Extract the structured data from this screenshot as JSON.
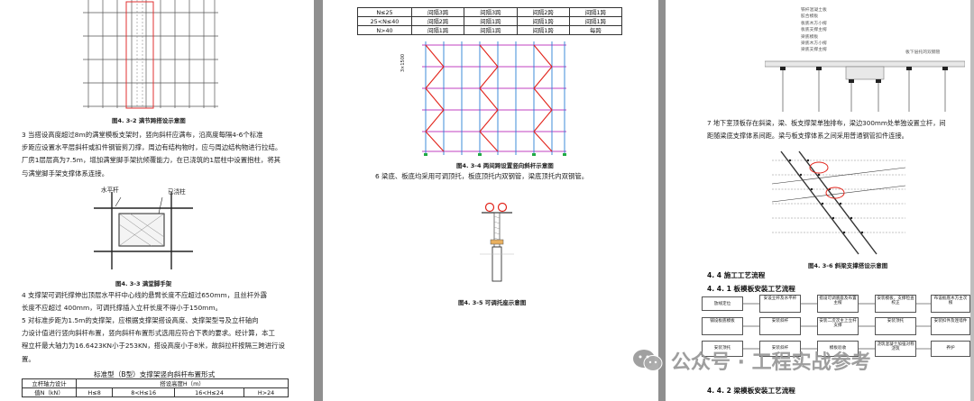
{
  "page1": {
    "fig2_caption": "图4. 3-2 满节跨搭设示意图",
    "para3": [
      "3 当搭设高度超过8m的满堂模板支架时，竖向斜杆应满布，沿高度每隔4-6个标准",
      "步距应设置水平层斜杆或扣件钢管剪刀撑，周边有结构物时，应与周边结构物进行拉结。",
      "厂房1层层高为7.5m，增加满堂脚手架抗倾覆能力，在已浇筑的1层柱中设置抱柱，将其",
      "与满堂脚手架支撑体系连接。"
    ],
    "fig3_labels": {
      "a": "水平杆",
      "b": "已浇柱"
    },
    "fig3_caption": "图4. 3-3 满堂脚手架",
    "para4": [
      "4 支撑架可调托撑伸出顶层水平杆中心线的悬臂长度不应超过650mm，且丝杆外露",
      "长度不应超过 400mm，可调托撑插入立杆长度不得小于150mm。"
    ],
    "para5": [
      "5 对标准步距为1.5m的支撑架，应根据支撑架搭设高度、支撑架型号及立杆轴向",
      "力设计值进行竖向斜杆布置，竖向斜杆布置形式选用应符合下表的要求。经计算，本工",
      "程立杆最大轴力为16.6423KN小于253KN，搭设高度小于8米，故斜拉杆按隔三跨进行设",
      "置。"
    ],
    "table_title": "标准型（B型）支撑架竖向斜杆布置形式",
    "table_head": {
      "c1": "立杆轴力设计",
      "c2": "搭设高度H（m）",
      "c1b": "值N（kN）",
      "h1": "H≤8",
      "h2": "8<H≤16",
      "h3": "16<H≤24",
      "h4": "H>24"
    }
  },
  "page2": {
    "table_rows": [
      [
        "N≤25",
        "间隔3跨",
        "间隔3跨",
        "间隔2跨",
        "间隔1跨"
      ],
      [
        "25<N≤40",
        "间隔2跨",
        "间隔1跨",
        "间隔1跨",
        "间隔1跨"
      ],
      [
        "N>40",
        "间隔1跨",
        "间隔1跨",
        "间隔1跨",
        "每跨"
      ]
    ],
    "fig4_dim": "3×1500",
    "fig4_caption": "图4. 3-4 两间跨设置竖向斜杆示意图",
    "para6": "6 梁底、板底均采用可调顶托，板底顶托内双钢管，梁底顶托内双钢管。",
    "fig5_caption": "图4. 3-5 可调托座示意图"
  },
  "page3": {
    "legend": [
      "铁杆混凝土板",
      "胶合模板",
      "板底木方小楞",
      "板底支撑主楞",
      "梁底模板",
      "梁底木方小楞",
      "梁底支撑主楞"
    ],
    "note": "板下层托的双钢管",
    "para7": [
      "7 地下室顶板存在斜梁，梁、板支撑架单独排布，梁边300mm处单独设置立杆，间",
      "距随梁底支撑体系间距。梁与板支撑体系之间采用普通钢管扣件连接。"
    ],
    "fig6_caption": "图4. 3-6 斜梁支撑搭设示意图",
    "sec4_4": "4. 4 施工工艺流程",
    "sec4_4_1": "4. 4. 1 板模板安装工艺流程",
    "flow_row1": [
      "放线定位",
      "安设立杆及水平杆",
      "搭设可调底座及布置主楞",
      "安装模板，支撑检查校正",
      "布设板底木方主次楞"
    ],
    "flow_row2": [
      "铺设板底模板",
      "安装斜杆",
      "安装二次次主上立杆支撑",
      "安装顶托",
      "安装扣件及连墙件"
    ],
    "flow_row3": [
      "安装顶托",
      "安装斜杆",
      "模板验收",
      "浇筑混凝土加强对称浇筑",
      "养护"
    ],
    "sec4_4_2": "4. 4. 2 梁模板安装工艺流程"
  },
  "watermark": "公众号 · 工程实战参考"
}
